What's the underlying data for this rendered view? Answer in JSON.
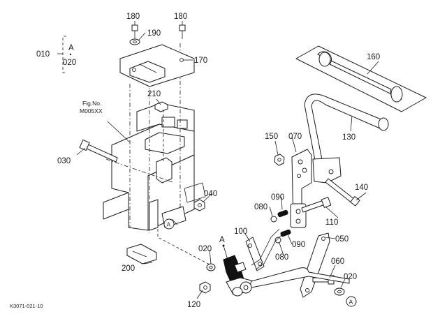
{
  "diagram_code": "K3071-021-10",
  "figure_ref": {
    "line1": "Fig.No.",
    "line2": "M005XX"
  },
  "group_bracket": {
    "top": "010",
    "letter": "A",
    "bottom": "020"
  },
  "callouts": {
    "c010": "010",
    "c020a": "020",
    "c020b": "020",
    "c020c": "020",
    "c030": "030",
    "c040": "040",
    "c050": "050",
    "c060": "060",
    "c070": "070",
    "c080a": "080",
    "c080b": "080",
    "c090a": "090",
    "c090b": "090",
    "c100": "100",
    "c110": "110",
    "c120": "120",
    "c130": "130",
    "c140": "140",
    "c150": "150",
    "c160": "160",
    "c170": "170",
    "c180a": "180",
    "c180b": "180",
    "c190": "190",
    "c200": "200",
    "c210": "210"
  },
  "markers": {
    "circle_a1": "A",
    "circle_a2": "A",
    "point_a": "A"
  }
}
